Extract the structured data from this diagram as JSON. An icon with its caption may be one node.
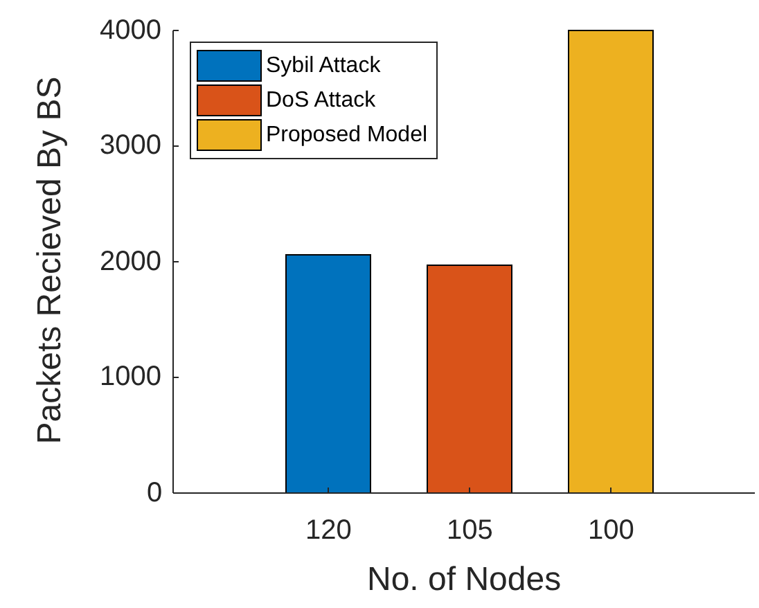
{
  "diagram": {
    "chart_data": {
      "type": "bar",
      "xlabel": "No. of Nodes",
      "ylabel": "Packets Recieved By BS",
      "categories": [
        "120",
        "105",
        "100"
      ],
      "series": [
        {
          "name": "Sybil Attack",
          "color": "#0072bd",
          "values": [
            2060,
            null,
            null
          ]
        },
        {
          "name": "DoS Attack",
          "color": "#d95319",
          "values": [
            null,
            1970,
            null
          ]
        },
        {
          "name": "Proposed Model",
          "color": "#edb120",
          "values": [
            null,
            null,
            4000
          ]
        }
      ],
      "legend": true,
      "ylim": [
        0,
        4000
      ],
      "yticks": [
        0,
        1000,
        2000,
        3000,
        4000
      ]
    }
  }
}
